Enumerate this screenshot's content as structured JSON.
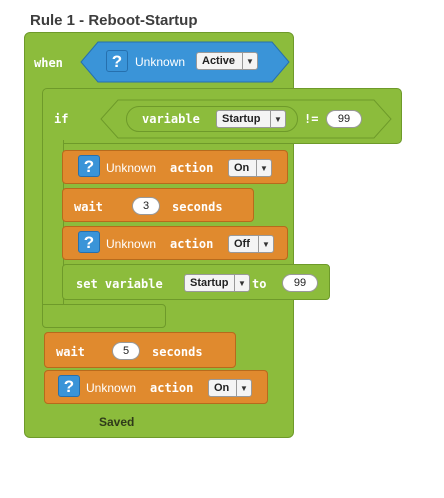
{
  "rule": {
    "title": "Rule 1 - Reboot-Startup"
  },
  "when_block": {
    "keyword": "when",
    "trigger": {
      "device": "Unknown",
      "state": "Active"
    }
  },
  "if_block": {
    "keyword": "if",
    "condition": {
      "variable_keyword": "variable",
      "variable_name": "Startup",
      "operator": "!=",
      "value": "99"
    }
  },
  "inner_actions": {
    "action1": {
      "device": "Unknown",
      "keyword": "action",
      "value": "On"
    },
    "wait1": {
      "keyword": "wait",
      "value": "3",
      "unit": "seconds"
    },
    "action2": {
      "device": "Unknown",
      "keyword": "action",
      "value": "Off"
    },
    "set_var": {
      "keyword": "set variable",
      "name": "Startup",
      "to_keyword": "to",
      "value": "99"
    }
  },
  "outer_actions": {
    "wait2": {
      "keyword": "wait",
      "value": "5",
      "unit": "seconds"
    },
    "action3": {
      "device": "Unknown",
      "keyword": "action",
      "value": "On"
    }
  },
  "footer": {
    "status": "Saved"
  },
  "colors": {
    "block_green": "#8cbc3c",
    "block_orange": "#e08a2e",
    "device_blue": "#3a94d8"
  }
}
